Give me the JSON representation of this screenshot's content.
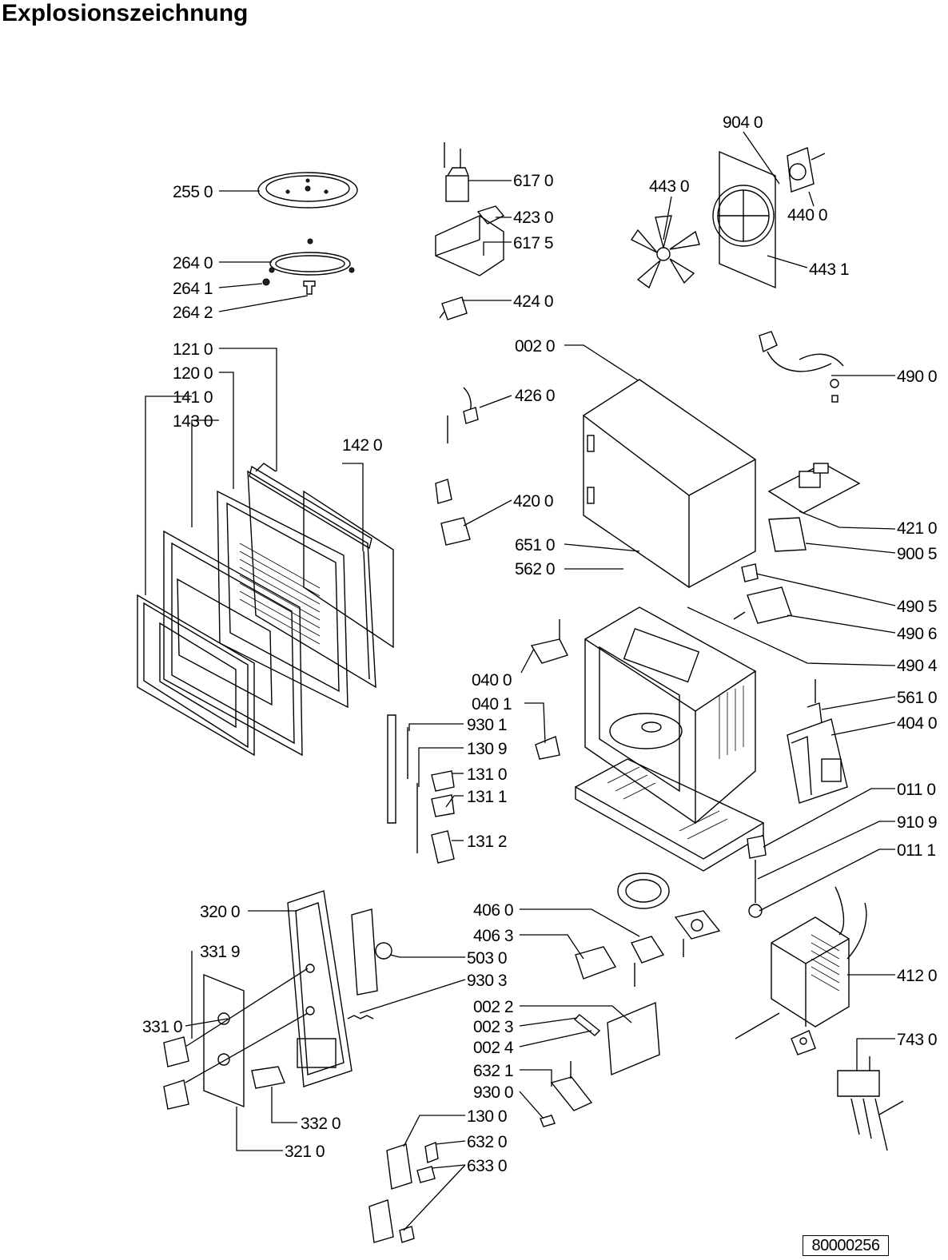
{
  "title": "Explosionszeichnung",
  "document_number": "80000256",
  "callouts": [
    "255 0",
    "264 0",
    "264 1",
    "264 2",
    "121 0",
    "120 0",
    "141 0",
    "143 0",
    "142 0",
    "617 0",
    "423 0",
    "617 5",
    "424 0",
    "904 0",
    "443 0",
    "440 0",
    "443 1",
    "002 0",
    "490 0",
    "426 0",
    "420 0",
    "421 0",
    "900 5",
    "651 0",
    "562 0",
    "490 5",
    "490 6",
    "490 4",
    "040 0",
    "040 1",
    "561 0",
    "404 0",
    "930 1",
    "130 9",
    "131 0",
    "131 1",
    "131 2",
    "011 0",
    "910 9",
    "011 1",
    "320 0",
    "331 9",
    "331 0",
    "503 0",
    "930 3",
    "406 0",
    "406 3",
    "002 2",
    "002 3",
    "002 4",
    "632 1",
    "930 0",
    "130 0",
    "632 0",
    "633 0",
    "412 0",
    "743 0",
    "332 0",
    "321 0"
  ]
}
